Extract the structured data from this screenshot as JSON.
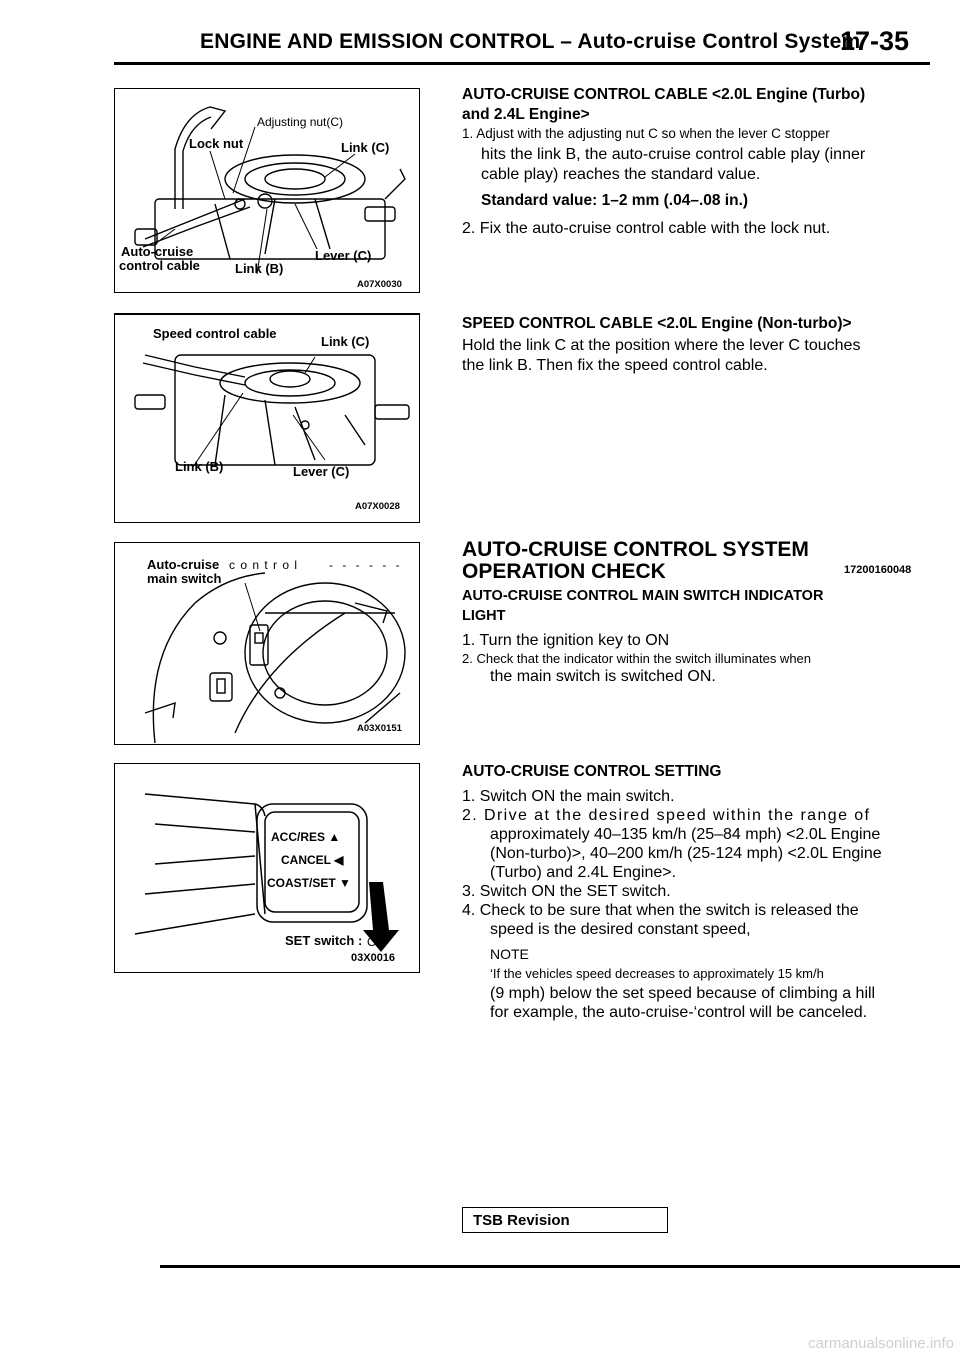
{
  "header": {
    "title": "ENGINE AND EMISSION CONTROL – Auto-cruise Control System",
    "page_number": "17-35"
  },
  "figures": {
    "fig1": {
      "labels": {
        "adjusting_nut": "Adjusting nut(C)",
        "lock_nut": "Lock nut",
        "link_c": "Link (C)",
        "auto_cruise_cable_1": "Auto-cruise",
        "auto_cruise_cable_2": "control cable",
        "link_b": "Link (B)",
        "lever_c": "Lever (C)"
      },
      "id": "A07X0030"
    },
    "fig2": {
      "labels": {
        "speed_cable": "Speed control cable",
        "link_c": "Link (C)",
        "link_b": "Link (B)",
        "lever_c": "Lever (C)"
      },
      "id": "A07X0028"
    },
    "fig3": {
      "labels": {
        "main_switch_1": "Auto-cruise",
        "control_word": "c o n t r o l",
        "main_switch_2": "main switch"
      },
      "id": "A03X0151"
    },
    "fig4": {
      "labels": {
        "acc_res": "ACC/RES ▲",
        "cancel": "CANCEL ◀",
        "coast_set": "COAST/SET ▼",
        "set_switch": "SET switch :",
        "on": "ON"
      },
      "id": "03X0016"
    }
  },
  "section1": {
    "heading_line1": "AUTO-CRUISE CONTROL CABLE <2.0L Engine (Turbo)",
    "heading_line2": "and 2.4L Engine>",
    "step1_line1": "1. Adjust with the adjusting nut C so when the lever C stopper",
    "step1_line2": "hits the link B, the auto-cruise control cable play (inner",
    "step1_line3": "cable play) reaches the standard value.",
    "standard_value": "Standard value: 1–2 mm (.04–.08 in.)",
    "step2": "2. Fix the auto-cruise control cable with the lock nut."
  },
  "section2": {
    "heading": "SPEED CONTROL CABLE <2.0L Engine (Non-turbo)>",
    "body_line1": "Hold the link C at the position where the lever C touches",
    "body_line2": "the link B. Then fix the speed control cable."
  },
  "section3": {
    "title_line1": "AUTO-CRUISE CONTROL SYSTEM",
    "title_line2": "OPERATION CHECK",
    "code": "17200160048",
    "sub_heading_line1": "AUTO-CRUISE CONTROL MAIN SWITCH INDICATOR",
    "sub_heading_line2": "LIGHT",
    "step1": "1. Turn the ignition key to ON",
    "step2_line1": "2. Check that the indicator within the switch illuminates when",
    "step2_line2": "the main switch is switched ON."
  },
  "section4": {
    "heading": "AUTO-CRUISE CONTROL SETTING",
    "step1": "1. Switch ON the main switch.",
    "step2_line1": "2. Drive at the desired speed within the range of",
    "step2_line2": "approximately 40–135 km/h (25–84 mph) <2.0L Engine",
    "step2_line3": "(Non-turbo)>, 40–200 km/h (25-124 mph) <2.0L Engine",
    "step2_line4": "(Turbo) and 2.4L Engine>.",
    "step3": "3. Switch ON the SET switch.",
    "step4_line1": "4. Check to be sure that when the switch is released the",
    "step4_line2": "speed is the desired constant speed,",
    "note_label": "NOTE",
    "note_line1": "‘If the vehicles speed decreases to approximately 15 km/h",
    "note_line2": "(9 mph) below the set speed because of climbing a hill",
    "note_line3": "for example, the auto-cruise-‘control will be canceled."
  },
  "footer": {
    "tsb_revision": "TSB Revision",
    "watermark": "carmanualsonline.info"
  }
}
